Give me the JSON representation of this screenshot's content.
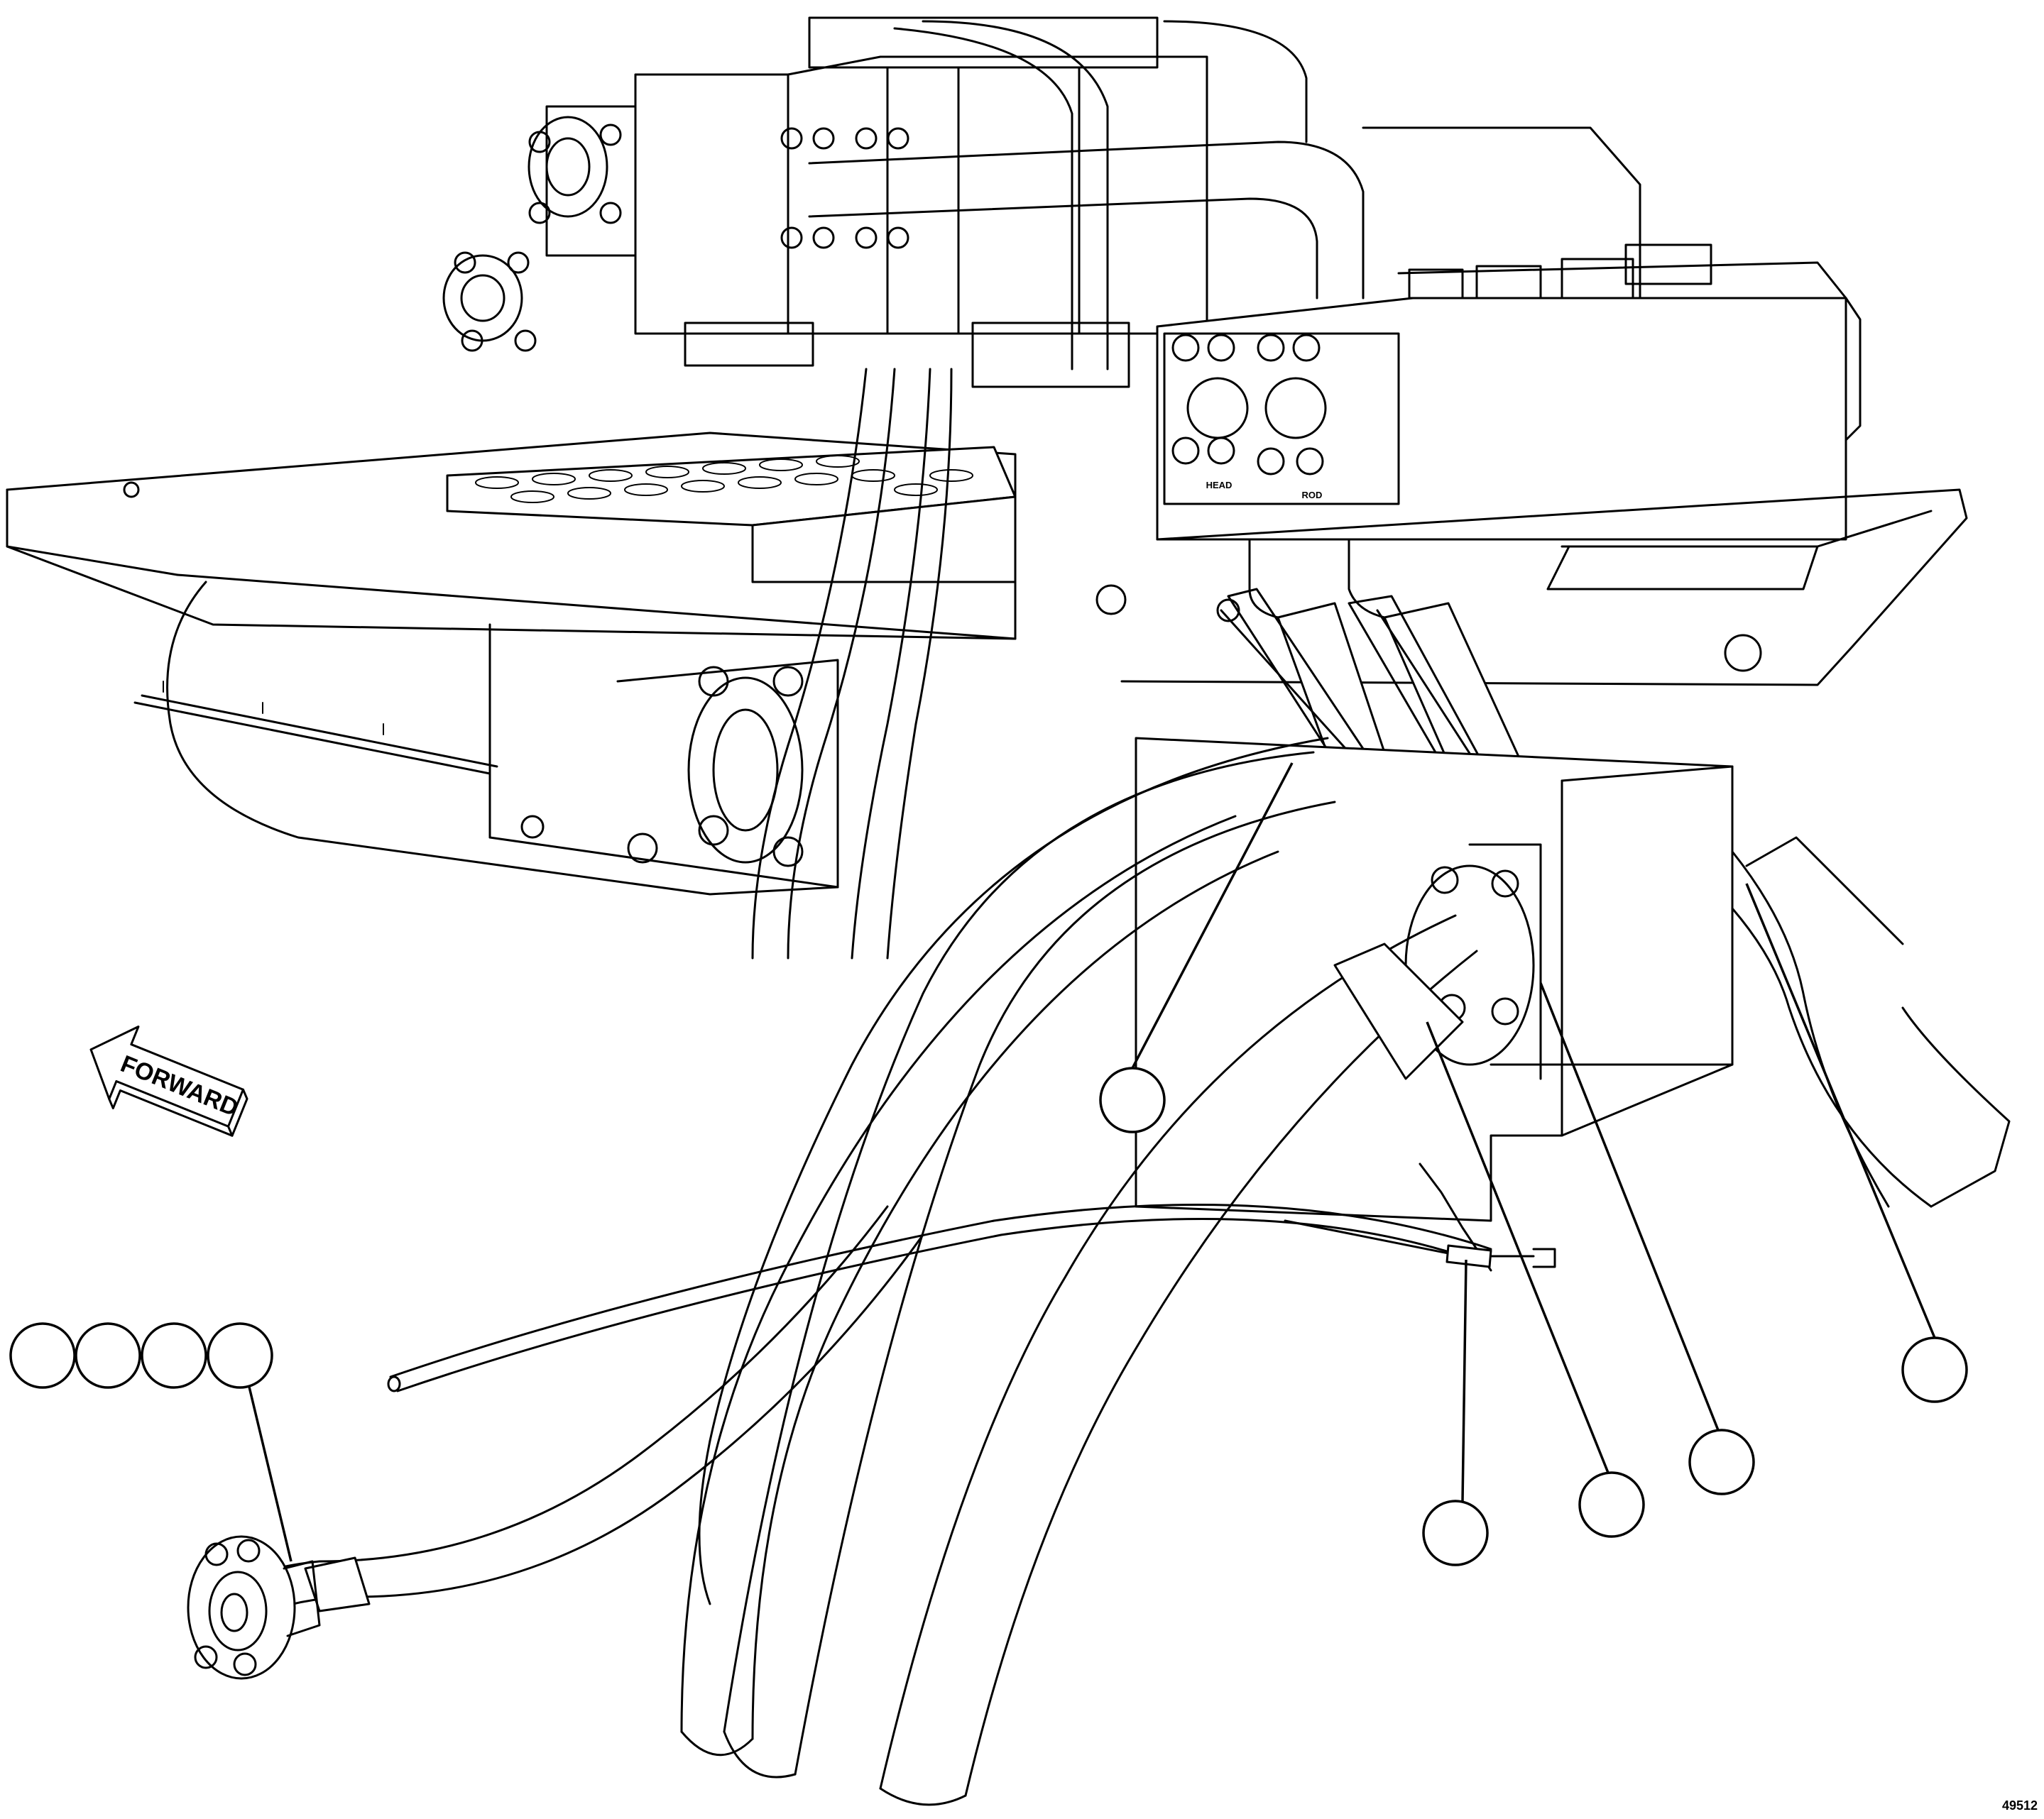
{
  "figure": {
    "forward_label": "FORWARD",
    "port_label_head": "HEAD",
    "port_label_rod": "ROD",
    "figure_number": "49512"
  }
}
